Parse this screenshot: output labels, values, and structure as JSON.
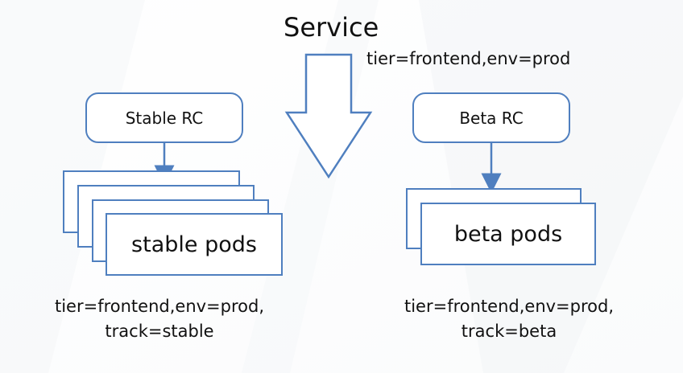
{
  "service": {
    "title": "Service",
    "selector": "tier=frontend,env=prod"
  },
  "stable": {
    "rc_label": "Stable RC",
    "pods_label": "stable pods",
    "labels_line1": "tier=frontend,env=prod,",
    "labels_line2": "track=stable"
  },
  "beta": {
    "rc_label": "Beta RC",
    "pods_label": "beta pods",
    "labels_line1": "tier=frontend,env=prod,",
    "labels_line2": "track=beta"
  },
  "colors": {
    "box_border": "#4f7fbf",
    "arrow_stroke": "#4f7fbf",
    "background": "#ffffff"
  }
}
